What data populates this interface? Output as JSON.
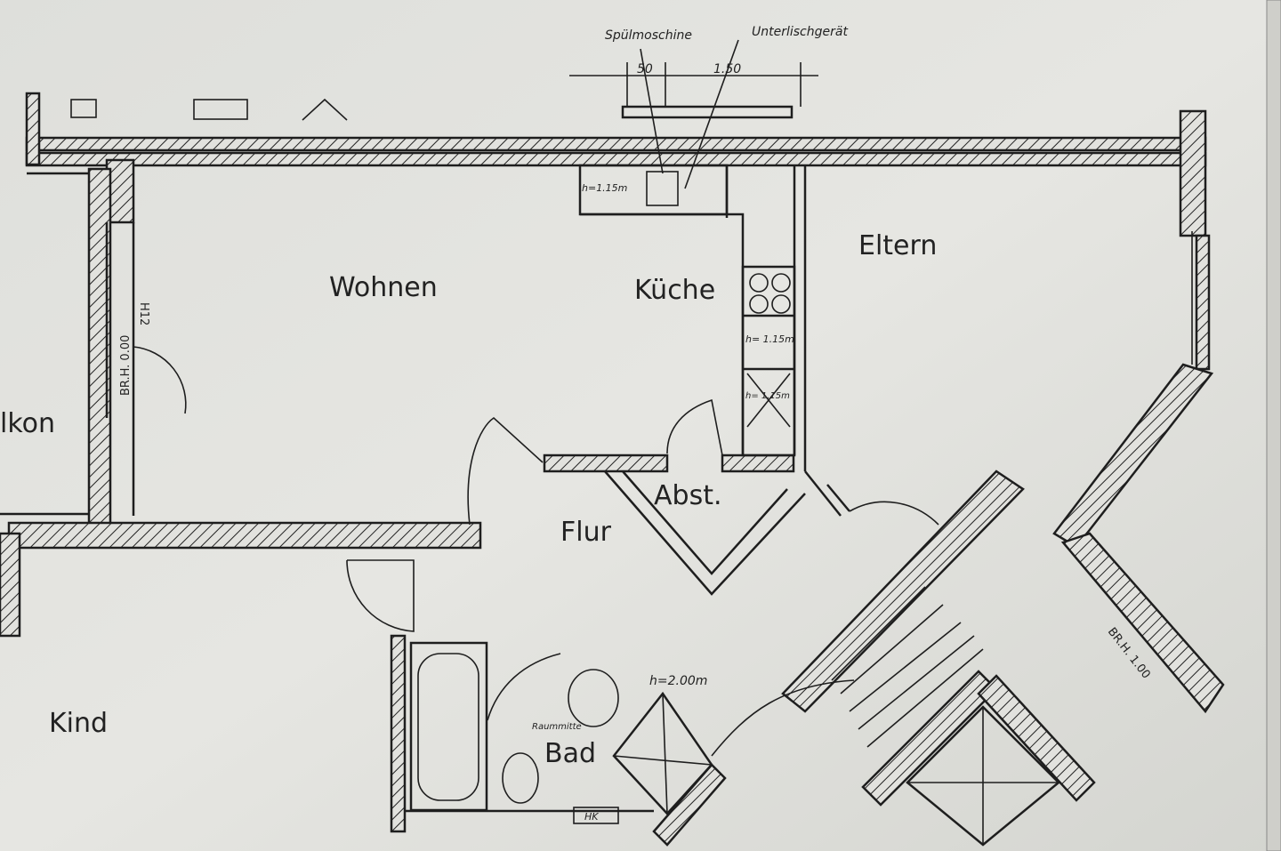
{
  "rooms": {
    "wohnen": "Wohnen",
    "kueche": "Küche",
    "eltern": "Eltern",
    "abst": "Abst.",
    "flur": "Flur",
    "kind": "Kind",
    "bad": "Bad",
    "balkon": "lkon"
  },
  "annotations": {
    "spuelmaschine": "Spülmoschine",
    "unterlischgeraet": "Unterlischgerät",
    "dim_50": "50",
    "dim_150": "1.50",
    "h_kueche_1": "h=1.15m",
    "h_kueche_2": "h= 1.15m",
    "h_kueche_3": "h= 1.15m",
    "brh_000": "BR.H. 0.00",
    "brh_100": "BR.H. 1.00",
    "h_bad": "h=2.00m",
    "raummitte": "Raummitte",
    "hk": "HK",
    "h12": "H12"
  }
}
